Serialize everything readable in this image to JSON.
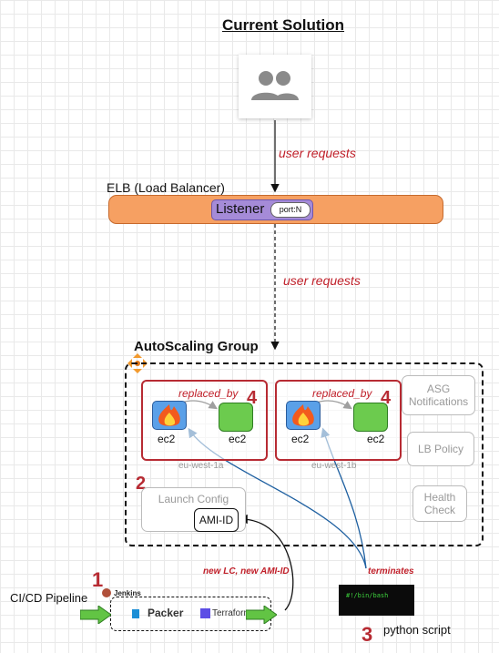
{
  "title": "Current Solution",
  "user_requests_top": "user requests",
  "user_requests_mid": "user requests",
  "elb": {
    "label": "ELB (Load Balancer)",
    "listener": "Listener",
    "port": "port:N"
  },
  "asg": {
    "label": "AutoScaling Group",
    "zones": [
      {
        "name": "eu-west-1a",
        "replaced_by": "replaced_by",
        "number": "4",
        "ec2_old": "ec2",
        "ec2_new": "ec2"
      },
      {
        "name": "eu-west-1b",
        "replaced_by": "replaced_by",
        "number": "4",
        "ec2_old": "ec2",
        "ec2_new": "ec2"
      }
    ],
    "notifications": "ASG Notifications",
    "lb_policy": "LB Policy",
    "health_check": "Health Check",
    "launch_config": "Launch Config",
    "launch_config_number": "2",
    "ami": "AMI-ID"
  },
  "pipeline": {
    "label": "CI/CD Pipeline",
    "number": "1",
    "jenkins": "Jenkins",
    "packer": "Packer",
    "terraform": "Terraform",
    "new_lc": "new LC, new AMI-ID"
  },
  "script": {
    "terminates": "terminates",
    "terminal_text": "#!/bin/bash",
    "number": "3",
    "label": "python script"
  },
  "colors": {
    "accent_red": "#c0202a",
    "elb_orange": "#f6a062",
    "listener_purple": "#a58bd8",
    "arrow_blue": "#1d5fa0",
    "ec2_green": "#6ccb4e"
  }
}
